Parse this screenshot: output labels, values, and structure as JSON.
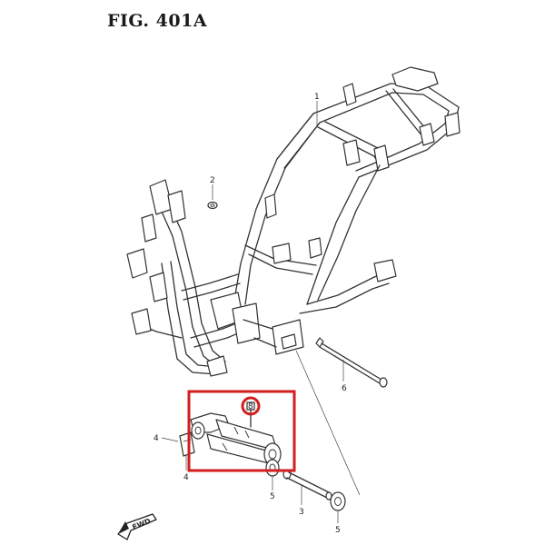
{
  "figure": {
    "title": "FIG. 401A"
  },
  "callouts": {
    "c1": "1",
    "c2": "2",
    "c3": "3",
    "c4a": "4",
    "c4b": "4",
    "c5a": "5",
    "c5b": "5",
    "c6": "6",
    "c8": "8"
  },
  "direction_marker": {
    "label": "FWD"
  },
  "colors": {
    "highlight": "#d21e1e",
    "line": "#333333",
    "background": "#ffffff"
  }
}
